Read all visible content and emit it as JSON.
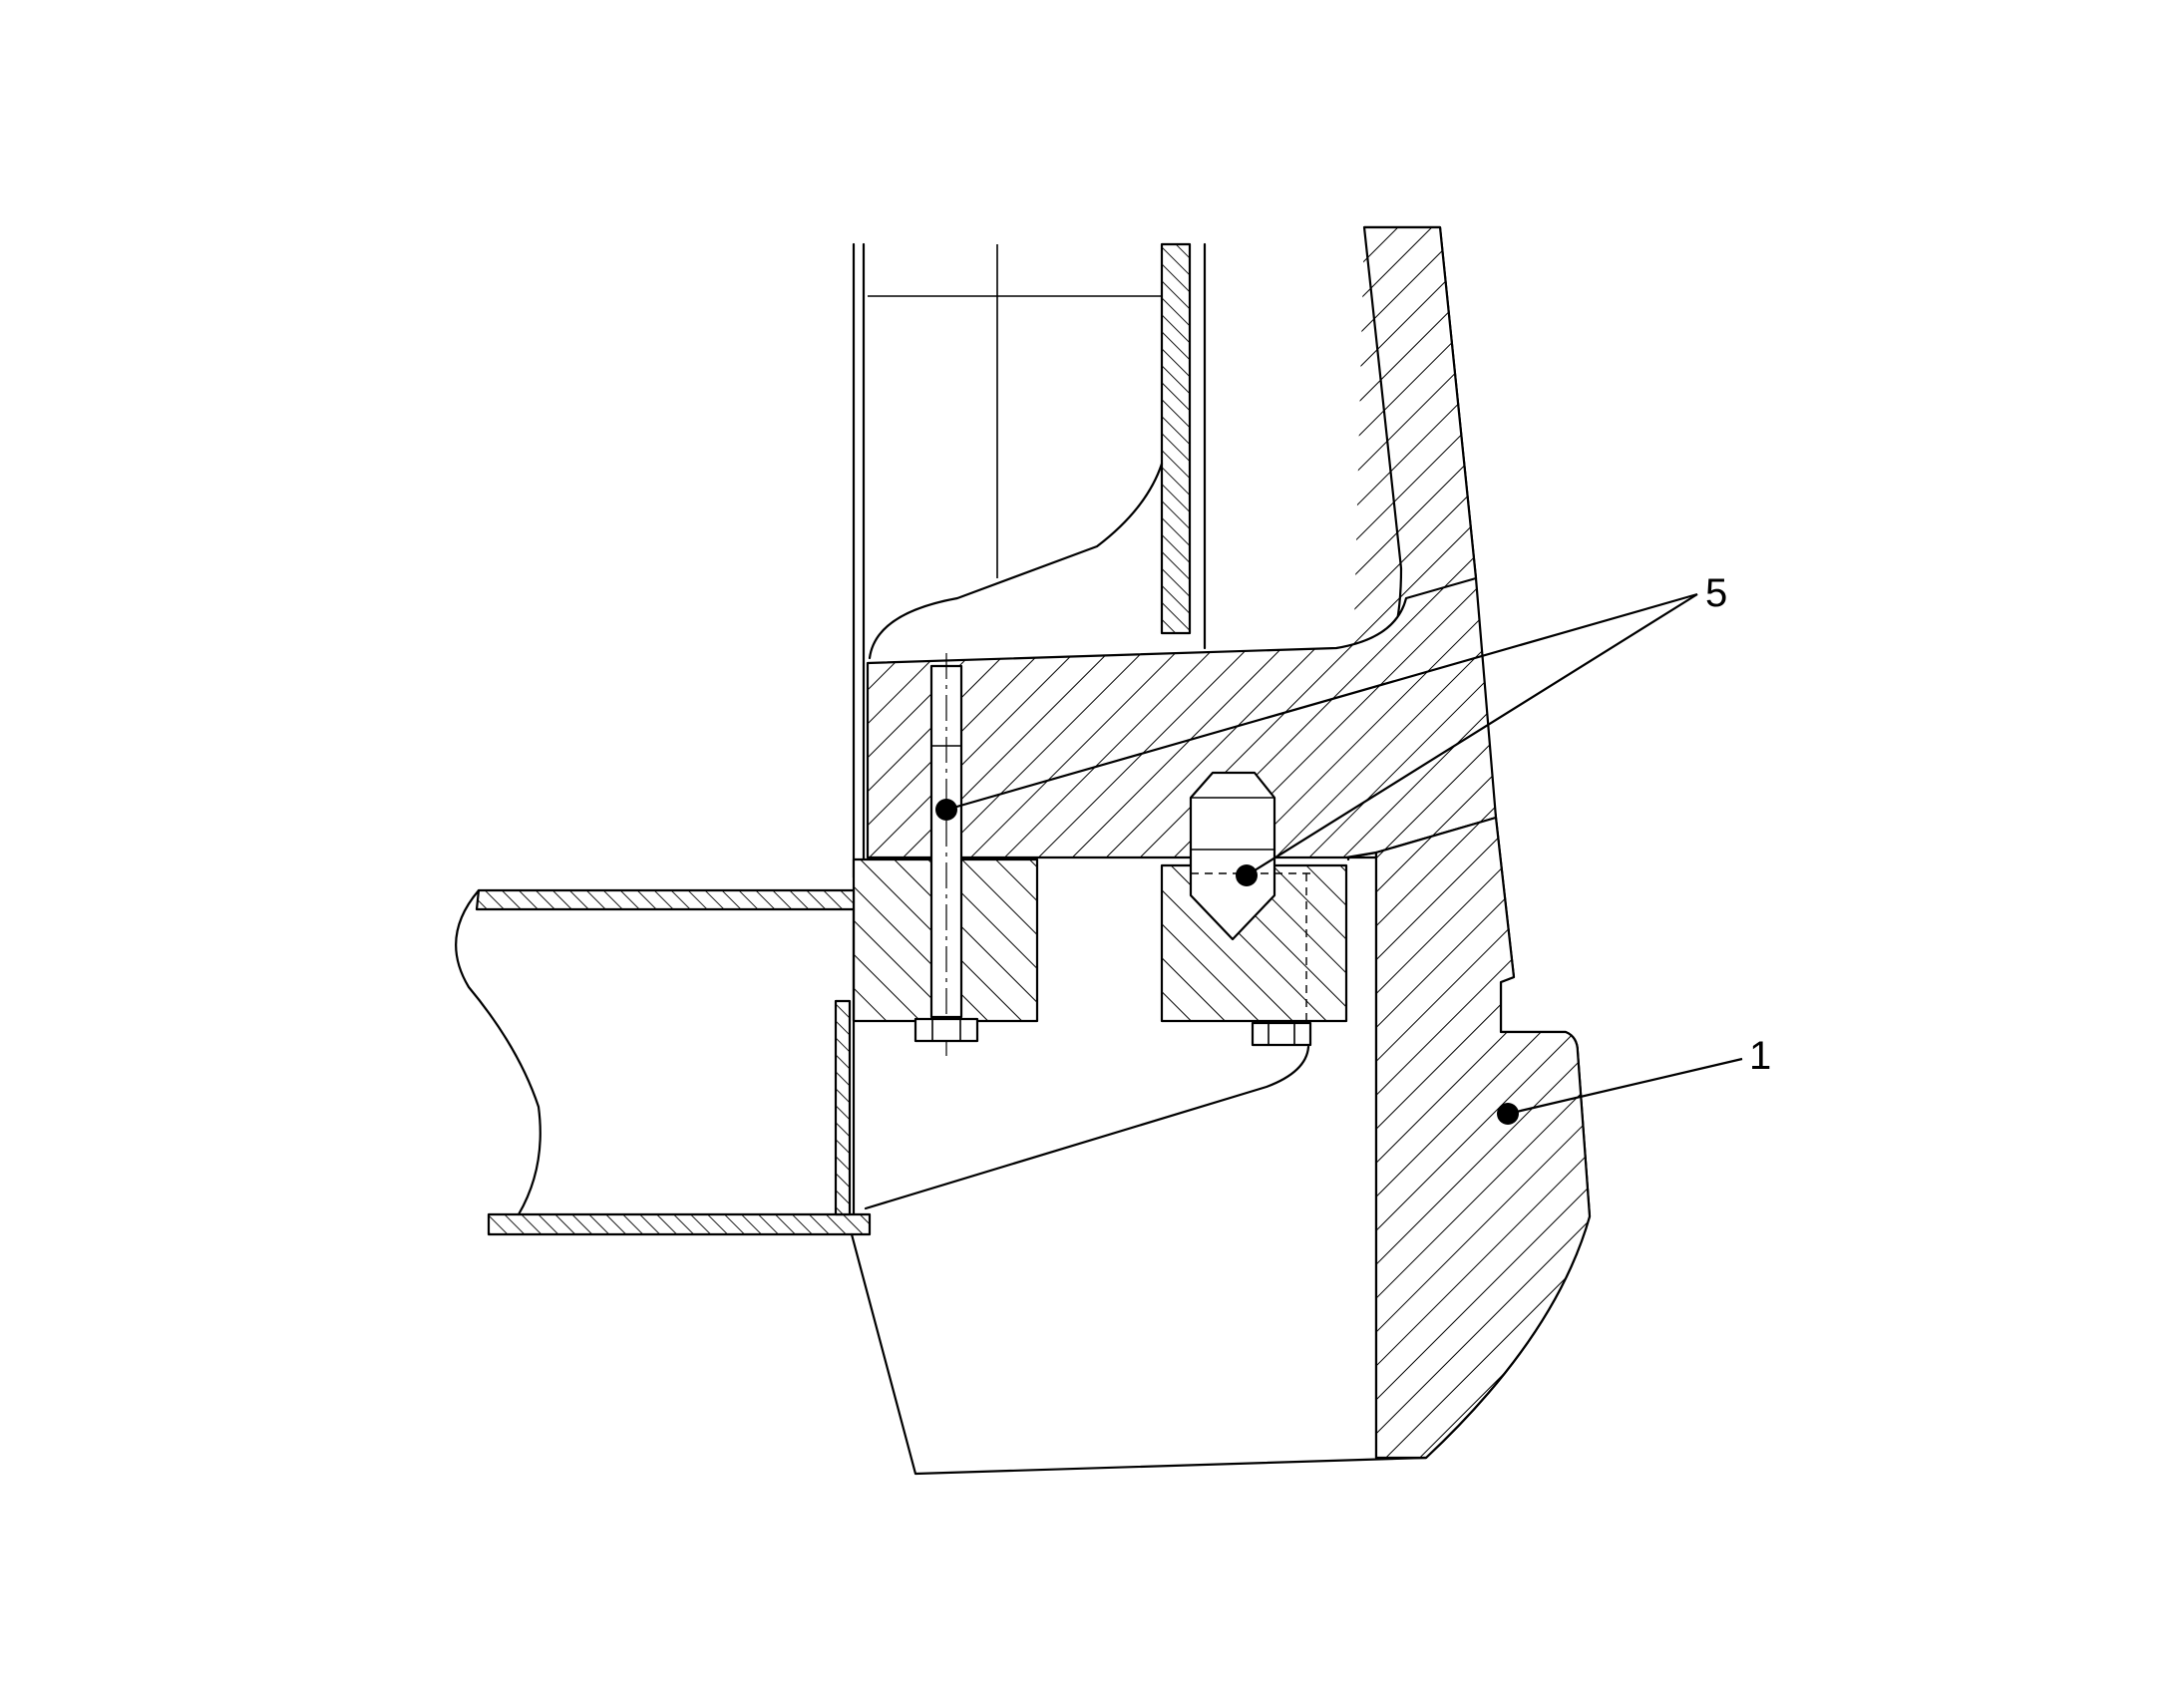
{
  "callouts": [
    {
      "id": "callout-5",
      "label": "5"
    },
    {
      "id": "callout-1",
      "label": "1"
    }
  ],
  "colors": {
    "line": "#000000",
    "background": "#ffffff"
  }
}
